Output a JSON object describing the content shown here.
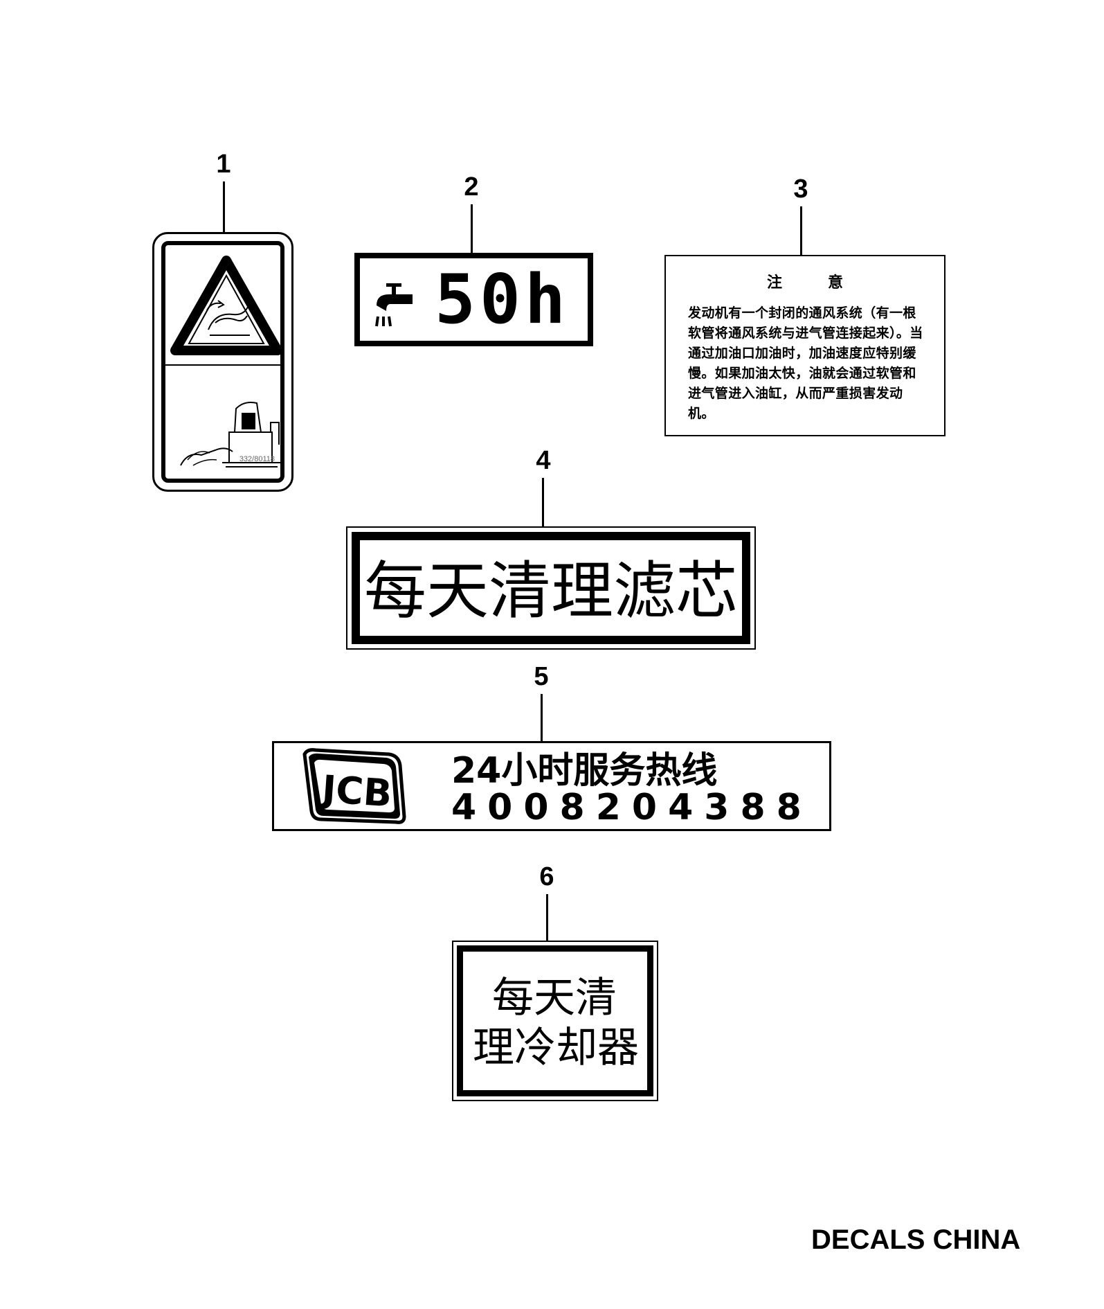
{
  "callouts": [
    "1",
    "2",
    "3",
    "4",
    "5",
    "6"
  ],
  "decal1": {
    "part_code": "332/80118"
  },
  "decal2": {
    "interval": "50h",
    "icon": "faucet-drain-icon"
  },
  "decal3": {
    "title": "注　　　意",
    "body": "发动机有一个封闭的通风系统（有一根软管将通风系统与进气管连接起来）。当通过加油口加油时，加油速度应特别缓慢。如果加油太快，油就会通过软管和进气管进入油缸，从而严重损害发动机。"
  },
  "decal4": {
    "text": "每天清理滤芯"
  },
  "decal5": {
    "logo": "JCB",
    "line1": "24小时服务热线",
    "line2": "4008204388"
  },
  "decal6": {
    "line1": "每天清",
    "line2": "理冷却器"
  },
  "footer": "DECALS CHINA"
}
